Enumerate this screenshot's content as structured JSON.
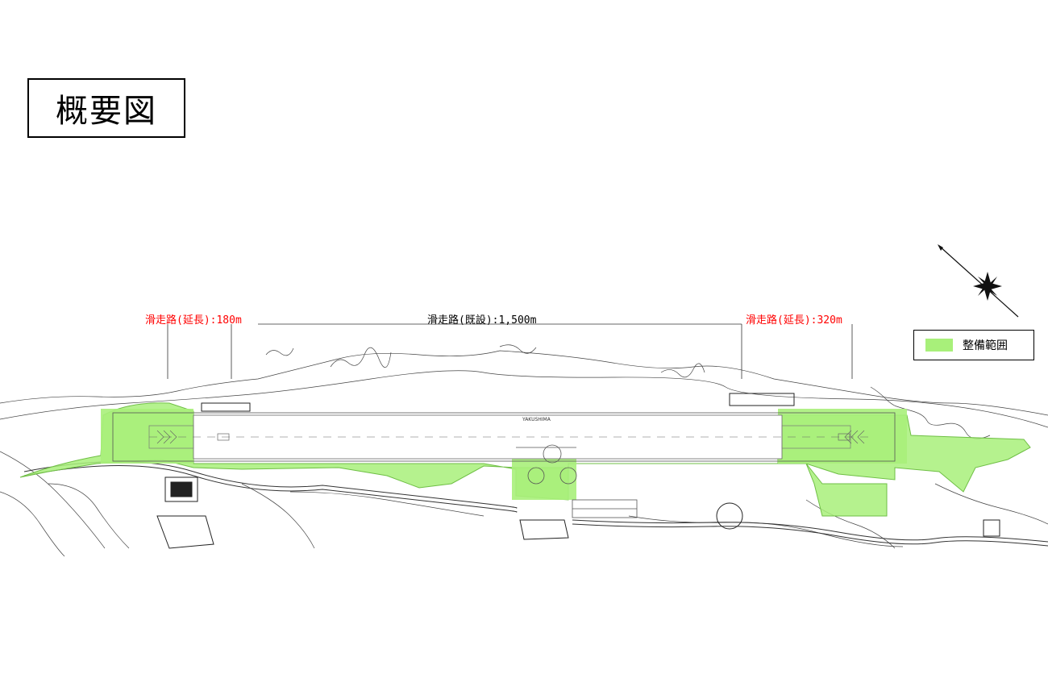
{
  "title": "概要図",
  "dimensions": {
    "left_extension": "滑走路(延長):180m",
    "existing": "滑走路(既設):1,500m",
    "right_extension": "滑走路(延長):320m"
  },
  "runway_marking": "YAKUSHIMA",
  "legend": {
    "label": "整備範囲"
  },
  "colors": {
    "extension_text": "#ff0000",
    "existing_text": "#000000",
    "scope_fill": "#a8f07a",
    "line": "#333333"
  },
  "icons": {
    "compass": "compass-rose-icon"
  }
}
